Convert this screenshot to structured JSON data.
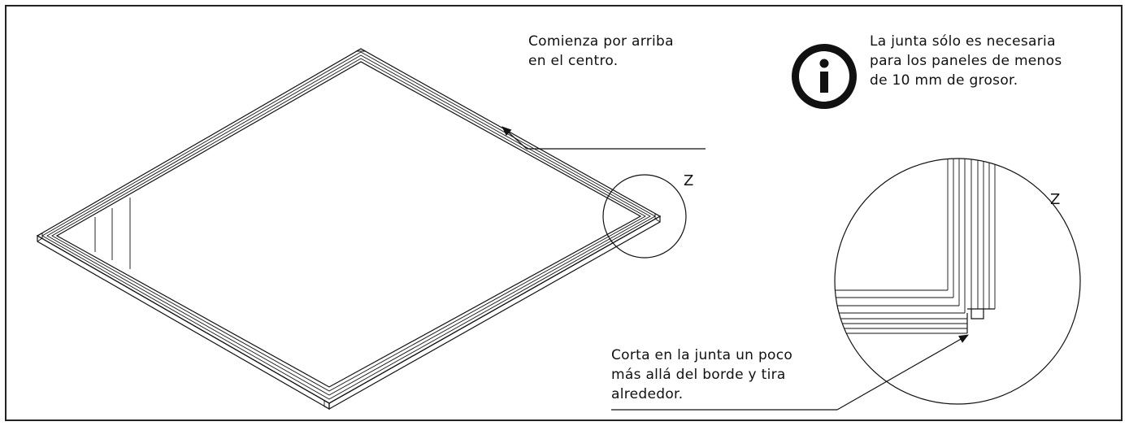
{
  "annotations": {
    "top_note": [
      "Comienza por arriba",
      "en el centro."
    ],
    "info_note": [
      "La junta sólo es necesaria",
      "para los paneles de menos",
      "de 10 mm de grosor."
    ],
    "cut_note": [
      "Corta en la junta un poco",
      "más allá del borde y tira",
      "alrededor."
    ]
  },
  "detail": {
    "marker_label": "Z",
    "zoom_label": "Z"
  },
  "icons": {
    "info": "info-icon"
  },
  "colors": {
    "stroke": "#111111",
    "background": "#ffffff"
  }
}
